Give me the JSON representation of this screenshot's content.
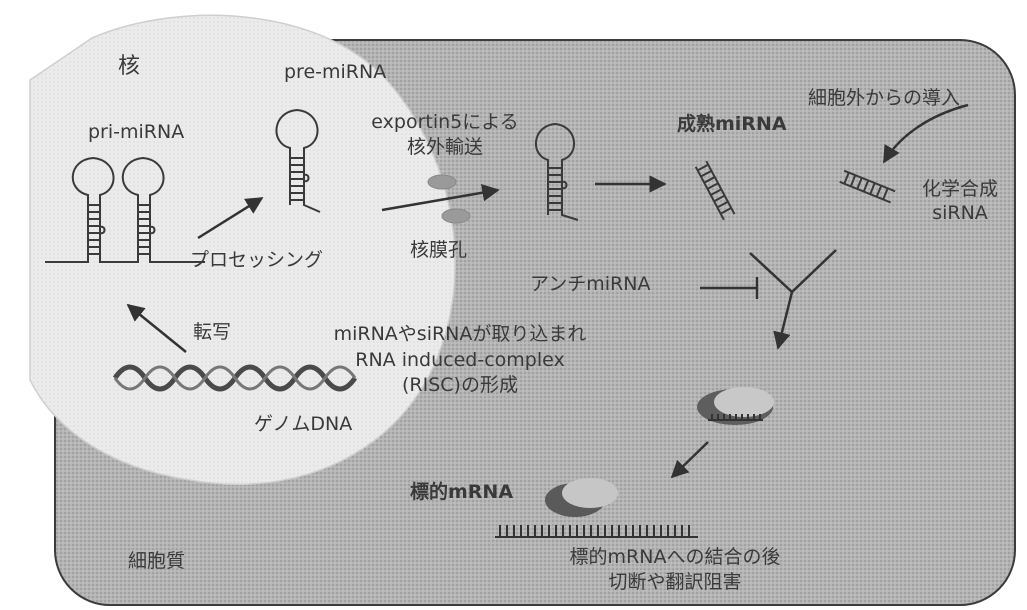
{
  "labels": {
    "nucleus": "核",
    "pre_mirna": "pre-miRNA",
    "pri_mirna": "pri-miRNA",
    "export_line1": "exportin5による",
    "export_line2": "核外輸送",
    "nuclear_pore": "核膜孔",
    "mature_mirna": "成熟miRNA",
    "external_intro": "細胞外からの導入",
    "synthetic_line1": "化学合成",
    "synthetic_line2": "siRNA",
    "processing": "プロセッシング",
    "transcription": "転写",
    "genomic_dna": "ゲノムDNA",
    "anti_mirna": "アンチmiRNA",
    "risc_line1": "miRNAやsiRNAが取り込まれ",
    "risc_line2": "RNA induced-complex",
    "risc_line3": "(RISC)の形成",
    "target_mrna": "標的mRNA",
    "cleavage_line1": "標的mRNAへの結合の後",
    "cleavage_line2": "切断や翻訳阻害",
    "cytoplasm": "細胞質"
  },
  "colors": {
    "cell_fill": "#a9a9a9",
    "nucleus_fill": "#e6e6e6",
    "outline": "#3c3c3c"
  }
}
